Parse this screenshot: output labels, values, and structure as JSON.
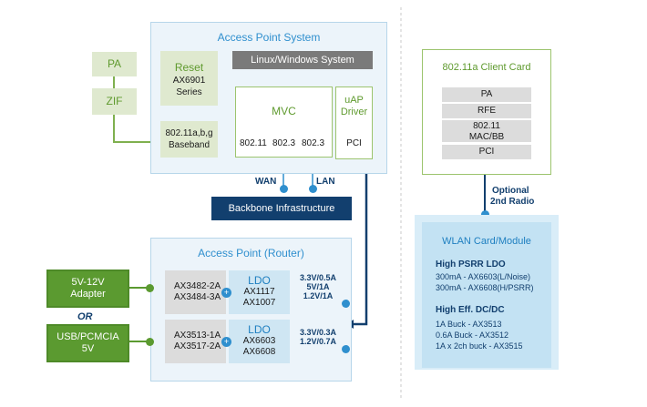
{
  "access_point_system": {
    "title": "Access Point System",
    "os_bar": "Linux/Windows System",
    "reset_title": "Reset",
    "reset_model": "AX6901",
    "reset_series": "Series",
    "baseband_line1": "802.11a,b,g",
    "baseband_line2": "Baseband",
    "mvc_title": "MVC",
    "mvc_port1": "802.11",
    "mvc_port2": "802.3",
    "mvc_port3": "802.3",
    "uap_line1": "uAP",
    "uap_line2": "Driver",
    "pci": "PCI",
    "wan": "WAN",
    "lan": "LAN"
  },
  "left_blocks": {
    "pa": "PA",
    "zif": "ZIF"
  },
  "backbone": "Backbone Infrastructure",
  "client_card": {
    "title": "802.11a Client Card",
    "rows": [
      "PA",
      "RFE",
      "802.11",
      "MAC/BB",
      "PCI"
    ],
    "optional_line1": "Optional",
    "optional_line2": "2nd Radio"
  },
  "router": {
    "title": "Access Point (Router)",
    "row1_part1": "AX3482-2A",
    "row1_part2": "AX3484-3A",
    "row1_ldo": "LDO",
    "row1_ldo_p1": "AX1117",
    "row1_ldo_p2": "AX1007",
    "row1_out1": "3.3V/0.5A",
    "row1_out2": "5V/1A",
    "row1_out3": "1.2V/1A",
    "row2_part1": "AX3513-1A",
    "row2_part2": "AX3517-2A",
    "row2_ldo": "LDO",
    "row2_ldo_p1": "AX6603",
    "row2_ldo_p2": "AX6608",
    "row2_out1": "3.3V/0.3A",
    "row2_out2": "1.2V/0.7A"
  },
  "adapters": {
    "adapter_line1": "5V-12V",
    "adapter_line2": "Adapter",
    "or": "OR",
    "usb_line1": "USB/PCMCIA",
    "usb_line2": "5V"
  },
  "wlan": {
    "title": "WLAN Card/Module",
    "psrr_title": "High PSRR LDO",
    "psrr_1": "300mA - AX6603(L/Noise)",
    "psrr_2": "300mA - AX6608(H/PSRR)",
    "dcdc_title": "High Eff. DC/DC",
    "dcdc_1": "1A Buck - AX3513",
    "dcdc_2": "0.6A Buck - AX3512",
    "dcdc_3": "1A x 2ch buck - AX3515"
  },
  "colors": {
    "accent_blue": "#2f8fce",
    "green": "#5b9a30",
    "navy": "#123f6e"
  }
}
